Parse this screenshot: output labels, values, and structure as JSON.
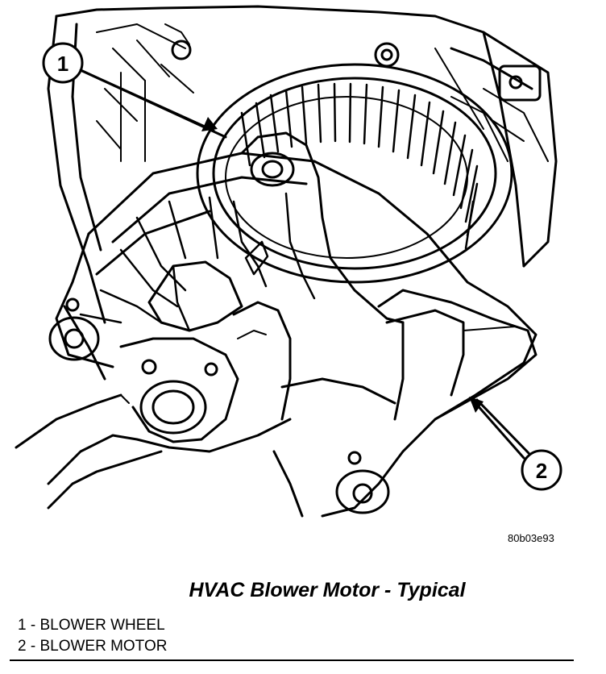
{
  "figure_id": "80b03e93",
  "caption": "HVAC Blower Motor - Typical",
  "callouts": [
    {
      "number": "1",
      "label": "BLOWER WHEEL"
    },
    {
      "number": "2",
      "label": "BLOWER MOTOR"
    }
  ],
  "legend": [
    "1 - BLOWER WHEEL",
    "2 - BLOWER MOTOR"
  ]
}
